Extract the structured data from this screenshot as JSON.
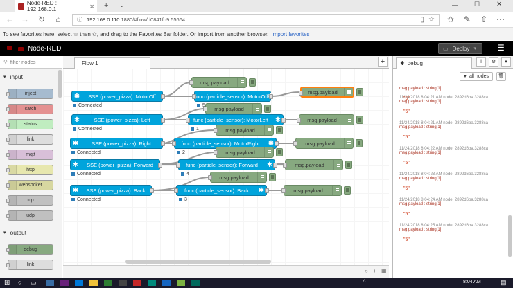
{
  "browser": {
    "tab_title": "Node-RED : 192.168.0.1",
    "url_host": "192.168.0.110",
    "url_path": ":1880/#flow/d0841fb9.55664",
    "favbar_text": "To see favorites here, select ☆ then ✩, and drag to the Favorites Bar folder. Or import from another browser.",
    "favbar_link": "Import favorites"
  },
  "header": {
    "app_title": "Node-RED",
    "deploy_label": "Deploy"
  },
  "palette": {
    "filter_placeholder": "filter nodes",
    "input_label": "input",
    "output_label": "output",
    "input_nodes": [
      {
        "label": "inject",
        "color": "#a6bbcf"
      },
      {
        "label": "catch",
        "color": "#e49191"
      },
      {
        "label": "status",
        "color": "#c0edc0"
      },
      {
        "label": "link",
        "color": "#dddddd"
      },
      {
        "label": "mqtt",
        "color": "#d8bfd8"
      },
      {
        "label": "http",
        "color": "#e7e7ae"
      },
      {
        "label": "websocket",
        "color": "#d7d7a0"
      },
      {
        "label": "tcp",
        "color": "#c0c0c0"
      },
      {
        "label": "udp",
        "color": "#c0c0c0"
      }
    ],
    "output_nodes": [
      {
        "label": "debug",
        "color": "#87a980"
      },
      {
        "label": "link",
        "color": "#dddddd"
      }
    ]
  },
  "workspace": {
    "tab_label": "Flow 1"
  },
  "flow": {
    "sse_nodes": [
      {
        "label": "SSE (power_pizza): MotorOff",
        "status": "Connected"
      },
      {
        "label": "SSE (power_pizza): Left",
        "status": "Connected"
      },
      {
        "label": "SSE (power_pizza): Right",
        "status": "Connected"
      },
      {
        "label": "SSE (power_pizza): Forward",
        "status": "Connected"
      },
      {
        "label": "SSE (power_pizza): Back",
        "status": "Connected"
      }
    ],
    "func_nodes": [
      {
        "label": "func (particle_sensor): MotorOff",
        "status": "5"
      },
      {
        "label": "func (particle_sensor): MotorLeft",
        "status": "1"
      },
      {
        "label": "func (particle_sensor): MotorRight",
        "status": "2"
      },
      {
        "label": "func (particle_sensor): Forward",
        "status": "4"
      },
      {
        "label": "func (particle_sensor): Back",
        "status": "3"
      }
    ],
    "debug_label": "msg.payload"
  },
  "sidebar": {
    "tab_label": "debug",
    "filter_label": "all nodes",
    "messages": [
      {
        "time": "",
        "node": "",
        "topic": "msg.payload : string[1]",
        "value": "\"5\""
      },
      {
        "time": "11/24/2018 8:04:21 AM",
        "node": "node: 2892d6ba.3288ca",
        "topic": "msg.payload : string[1]",
        "value": "\"5\""
      },
      {
        "time": "11/24/2018 8:04:21 AM",
        "node": "node: 2892d6ba.3288ca",
        "topic": "msg.payload : string[1]",
        "value": "\"5\""
      },
      {
        "time": "11/24/2018 8:04:22 AM",
        "node": "node: 2892d6ba.3288ca",
        "topic": "msg.payload : string[1]",
        "value": "\"5\""
      },
      {
        "time": "11/24/2018 8:04:23 AM",
        "node": "node: 2892d6ba.3288ca",
        "topic": "msg.payload : string[1]",
        "value": "\"5\""
      },
      {
        "time": "11/24/2018 8:04:24 AM",
        "node": "node: 2892d6ba.3288ca",
        "topic": "msg.payload : string[1]",
        "value": "\"5\""
      },
      {
        "time": "11/24/2018 8:04:25 AM",
        "node": "node: 2892d6ba.3288ca",
        "topic": "msg.payload : string[1]",
        "value": "\"5\""
      }
    ]
  },
  "taskbar": {
    "time": "8:04 AM"
  }
}
